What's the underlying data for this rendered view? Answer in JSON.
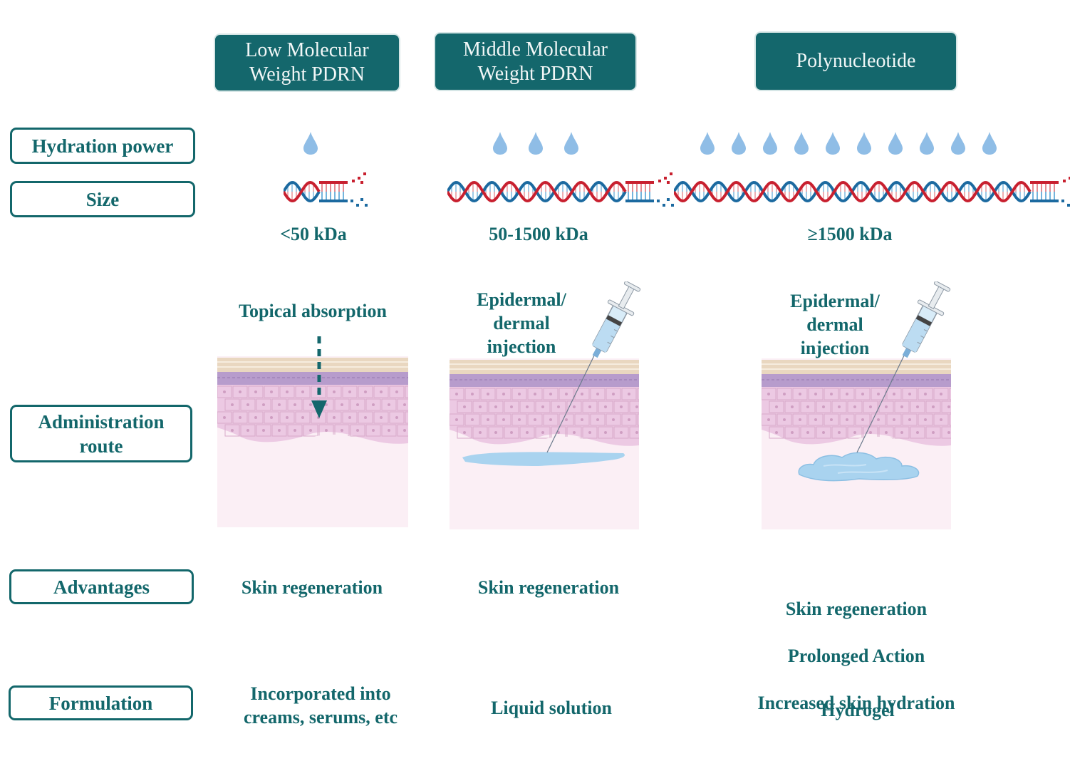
{
  "columns": [
    {
      "title": "Low Molecular\nWeight PDRN",
      "hydration_drops": 1,
      "dna_turns": 1,
      "size": "<50 kDa",
      "route": "Topical absorption",
      "route_type": "topical",
      "advantages": [
        "Skin regeneration"
      ],
      "formulation": "Incorporated into\ncreams, serums, etc"
    },
    {
      "title": "Middle Molecular\nWeight PDRN",
      "hydration_drops": 3,
      "dna_turns": 5,
      "size": "50-1500 kDa",
      "route": "Epidermal/\ndermal\ninjection",
      "route_type": "injection-liquid",
      "advantages": [
        "Skin regeneration"
      ],
      "formulation": "Liquid solution"
    },
    {
      "title": "Polynucleotide",
      "hydration_drops": 10,
      "dna_turns": 10,
      "size": "≥1500 kDa",
      "route": "Epidermal/\ndermal\ninjection",
      "route_type": "injection-gel",
      "advantages": [
        "Skin regeneration",
        "Prolonged Action",
        "Increased skin hydration"
      ],
      "formulation": "Hydrogel"
    }
  ],
  "row_labels": {
    "hydration": "Hydration power",
    "size": "Size",
    "route": "Administration\nroute",
    "advantages": "Advantages",
    "formulation": "Formulation"
  },
  "icons": {
    "drop": "water-drop-icon",
    "dna": "dna-helix-icon",
    "syringe": "syringe-icon",
    "arrow": "dashed-down-arrow-icon"
  },
  "colors": {
    "teal": "#14676c",
    "drop": "#8fbde6",
    "dna_red": "#c8202f",
    "dna_blue": "#1c6aa0",
    "skin_top": "#e9d7c0",
    "skin_purple": "#b79ccc",
    "skin_cells": "#ecc9e3",
    "dermis": "#fbeff5",
    "fluid": "#a9d3ef"
  }
}
